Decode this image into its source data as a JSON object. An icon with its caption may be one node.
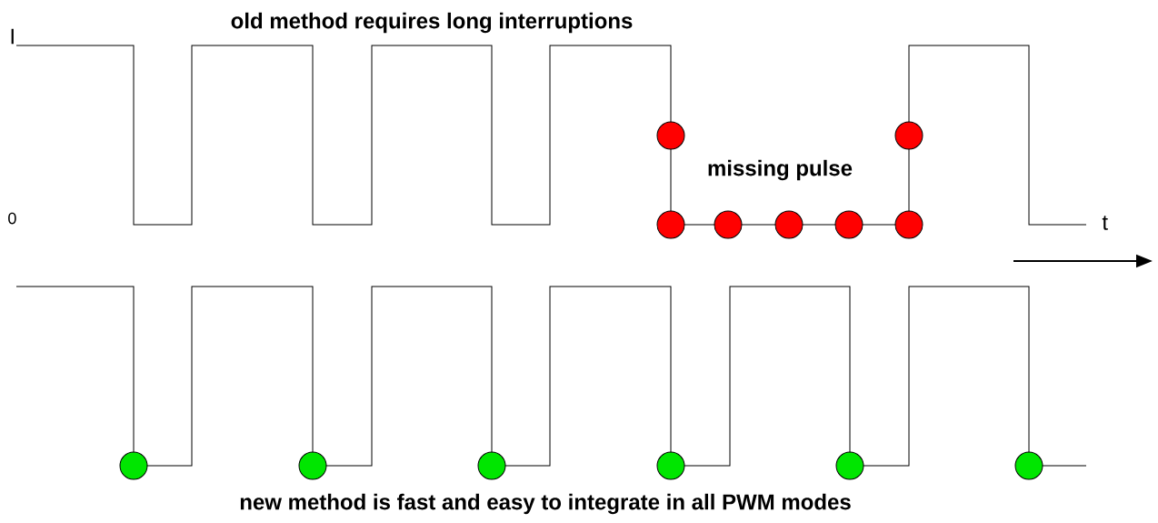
{
  "diagram": {
    "labels": [
      "I",
      "old method requires long interruptions",
      "missing pulse",
      "0",
      "t",
      "new method is fast and easy to integrate in all PWM modes"
    ]
  }
}
